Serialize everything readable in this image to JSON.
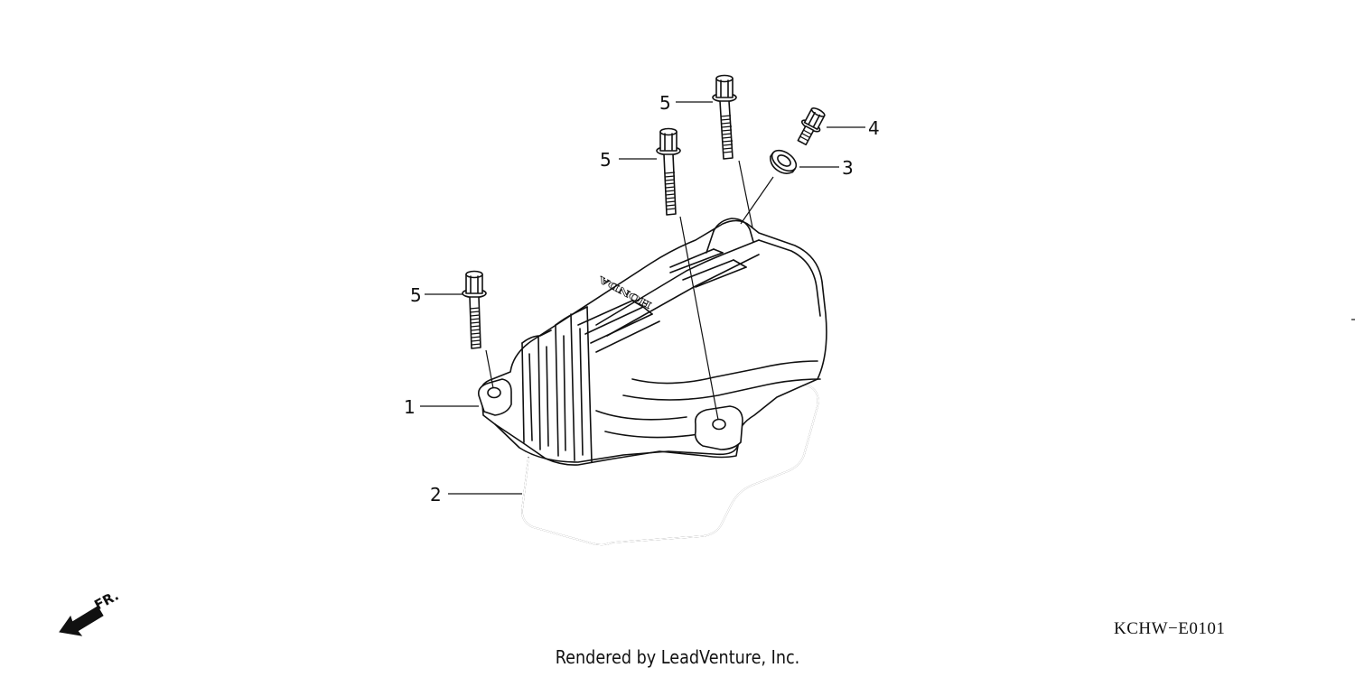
{
  "callouts": [
    {
      "label": "1"
    },
    {
      "label": "2"
    },
    {
      "label": "3"
    },
    {
      "label": "4"
    },
    {
      "label": "5"
    },
    {
      "label": "5"
    },
    {
      "label": "5"
    }
  ],
  "brand_emboss": "HONDA",
  "direction_label": "FR.",
  "diagram_ref": "KCHW−E0101",
  "footer": "Rendered by LeadVenture, Inc."
}
